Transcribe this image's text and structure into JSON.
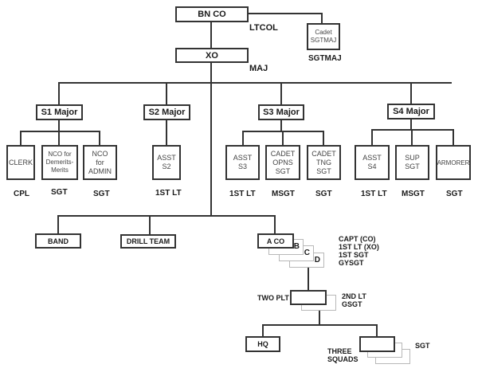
{
  "title": "Cadet Battalion Organization Chart",
  "command": {
    "bn_co": {
      "label": "BN CO",
      "rank": "LTCOL"
    },
    "sgtmaj": {
      "label": "Cadet\nSGTMAJ",
      "rank": "SGTMAJ"
    },
    "xo": {
      "label": "XO",
      "rank": "MAJ"
    }
  },
  "staff": [
    {
      "label": "S1 Major",
      "subordinates": [
        {
          "label": "CLERK",
          "rank": "CPL"
        },
        {
          "label": "NCO for\nDemerits-\nMerits",
          "rank": "SGT"
        },
        {
          "label": "NCO\nfor\nADMIN",
          "rank": "SGT"
        }
      ]
    },
    {
      "label": "S2 Major",
      "subordinates": [
        {
          "label": "ASST\nS2",
          "rank": "1ST LT"
        }
      ]
    },
    {
      "label": "S3 Major",
      "subordinates": [
        {
          "label": "ASST\nS3",
          "rank": "1ST LT"
        },
        {
          "label": "CADET\nOPNS\nSGT",
          "rank": "MSGT"
        },
        {
          "label": "CADET\nTNG\nSGT",
          "rank": "SGT"
        }
      ]
    },
    {
      "label": "S4 Major",
      "subordinates": [
        {
          "label": "ASST\nS4",
          "rank": "1ST LT"
        },
        {
          "label": "SUP\nSGT",
          "rank": "MSGT"
        },
        {
          "label": "ARMORER",
          "rank": "SGT"
        }
      ]
    }
  ],
  "units": {
    "band": "BAND",
    "drill_team": "DRILL TEAM",
    "company": {
      "label": "A CO",
      "others": [
        "B",
        "C",
        "D"
      ],
      "ranks": "CAPT (CO)\n1ST LT (XO)\n1ST SGT\nGYSGT"
    },
    "platoon": {
      "label": "TWO PLT",
      "ranks": "2ND LT\nGSGT"
    },
    "hq": "HQ",
    "squads": {
      "label": "THREE\nSQUADS",
      "rank": "SGT"
    }
  }
}
